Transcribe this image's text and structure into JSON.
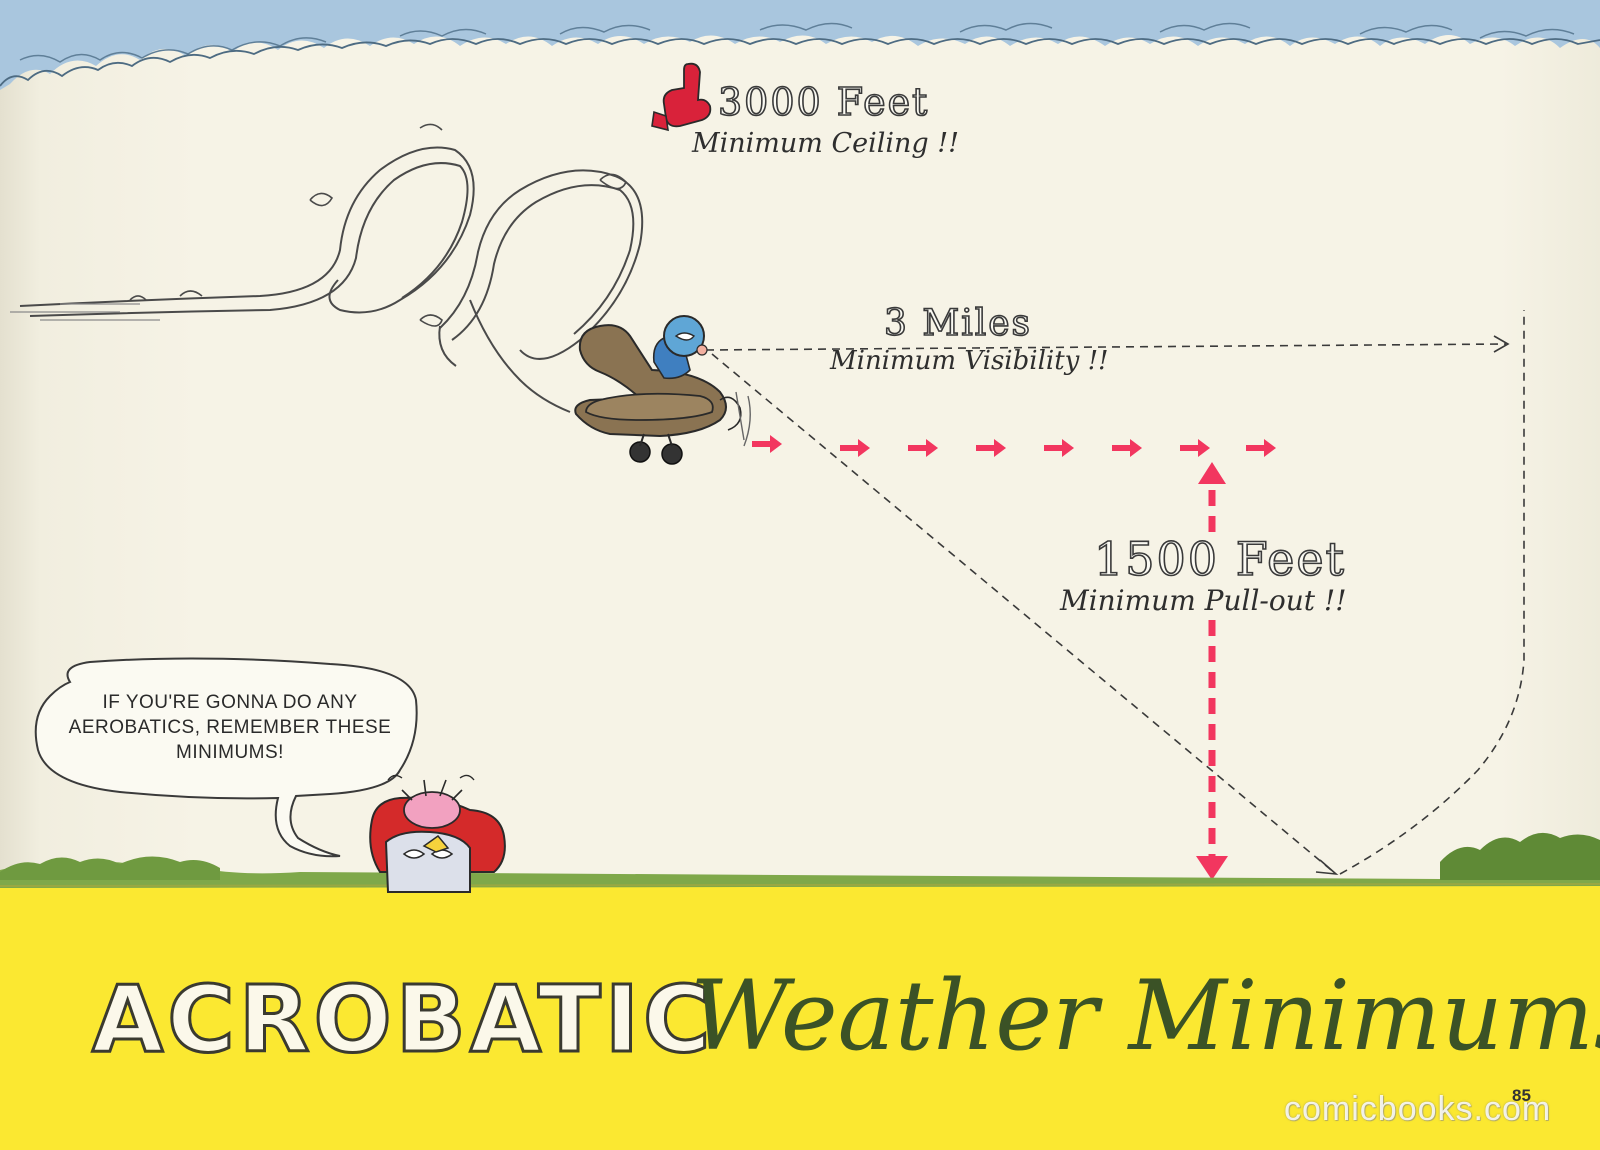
{
  "colors": {
    "sky": "#a9c6de",
    "ground_band": "#fbe831",
    "grass": "#7fa84a",
    "marker_arrows": "#f2365f",
    "title_script": "#3b5226",
    "plane_body": "#8a7352",
    "pilot_helmet": "#5fa6d6",
    "bird_red": "#d42a2a"
  },
  "labels": {
    "ceiling_value": "3000 Feet",
    "ceiling_label": "Minimum Ceiling !!",
    "visibility_value": "3 Miles",
    "visibility_label": "Minimum Visibility !!",
    "pullout_value": "1500 Feet",
    "pullout_label": "Minimum Pull-out !!"
  },
  "speech_bubble": {
    "text": "IF YOU'RE GONNA DO ANY AEROBATICS, REMEMBER THESE MINIMUMS!"
  },
  "title": {
    "part1": "ACROBATIC",
    "part2": "Weather Minimums"
  },
  "page_number": "85",
  "watermark": "comicbooks.com",
  "icons": {
    "pointing_hand": "pointing-hand-icon",
    "airplane": "airplane-illustration",
    "bird": "bird-illustration"
  }
}
